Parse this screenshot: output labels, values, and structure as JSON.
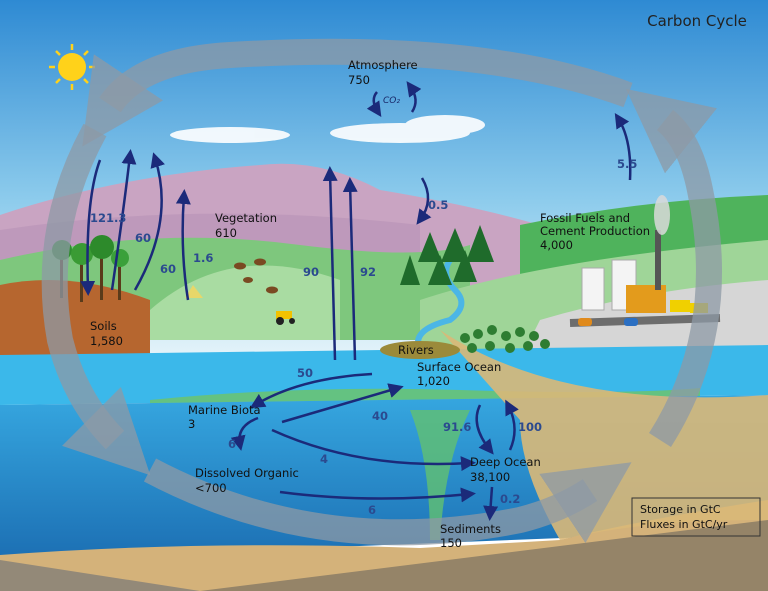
{
  "title": "Carbon Cycle",
  "reservoirs": {
    "atmosphere": {
      "name": "Atmosphere",
      "value": "750"
    },
    "vegetation": {
      "name": "Vegetation",
      "value": "610"
    },
    "soils": {
      "name": "Soils",
      "value": "1,580"
    },
    "fossil": {
      "line1": "Fossil Fuels and",
      "line2": "Cement Production",
      "value": "4,000"
    },
    "rivers": {
      "name": "Rivers"
    },
    "surface_ocean": {
      "name": "Surface Ocean",
      "value": "1,020"
    },
    "marine_biota": {
      "name": "Marine Biota",
      "value": "3"
    },
    "dissolved_organic": {
      "name": "Dissolved Organic",
      "value": "<700"
    },
    "deep_ocean": {
      "name": "Deep Ocean",
      "value": "38,100"
    },
    "sediments": {
      "name": "Sediments",
      "value": "150"
    }
  },
  "co2_label": "CO₂",
  "fluxes": {
    "f_121": "121.3",
    "f_60a": "60",
    "f_60b": "60",
    "f_1_6": "1.6",
    "f_90": "90",
    "f_92": "92",
    "f_0_5": "0.5",
    "f_5_5": "5.5",
    "f_50": "50",
    "f_40": "40",
    "f_6a": "6",
    "f_4": "4",
    "f_6b": "6",
    "f_91_6": "91.6",
    "f_100": "100",
    "f_0_2": "0.2"
  },
  "legend": {
    "line1": "Storage in GtC",
    "line2": "Fluxes in GtC/yr"
  },
  "colors": {
    "sky_top": "#2f8fd6",
    "sky_bottom": "#d8eef8",
    "arrow": "#1b2a7a",
    "flux_text": "#2b4a8f",
    "ocean_surface": "#34b4e6",
    "ocean_deep": "#1f82c6",
    "sun": "#ffd21a"
  }
}
